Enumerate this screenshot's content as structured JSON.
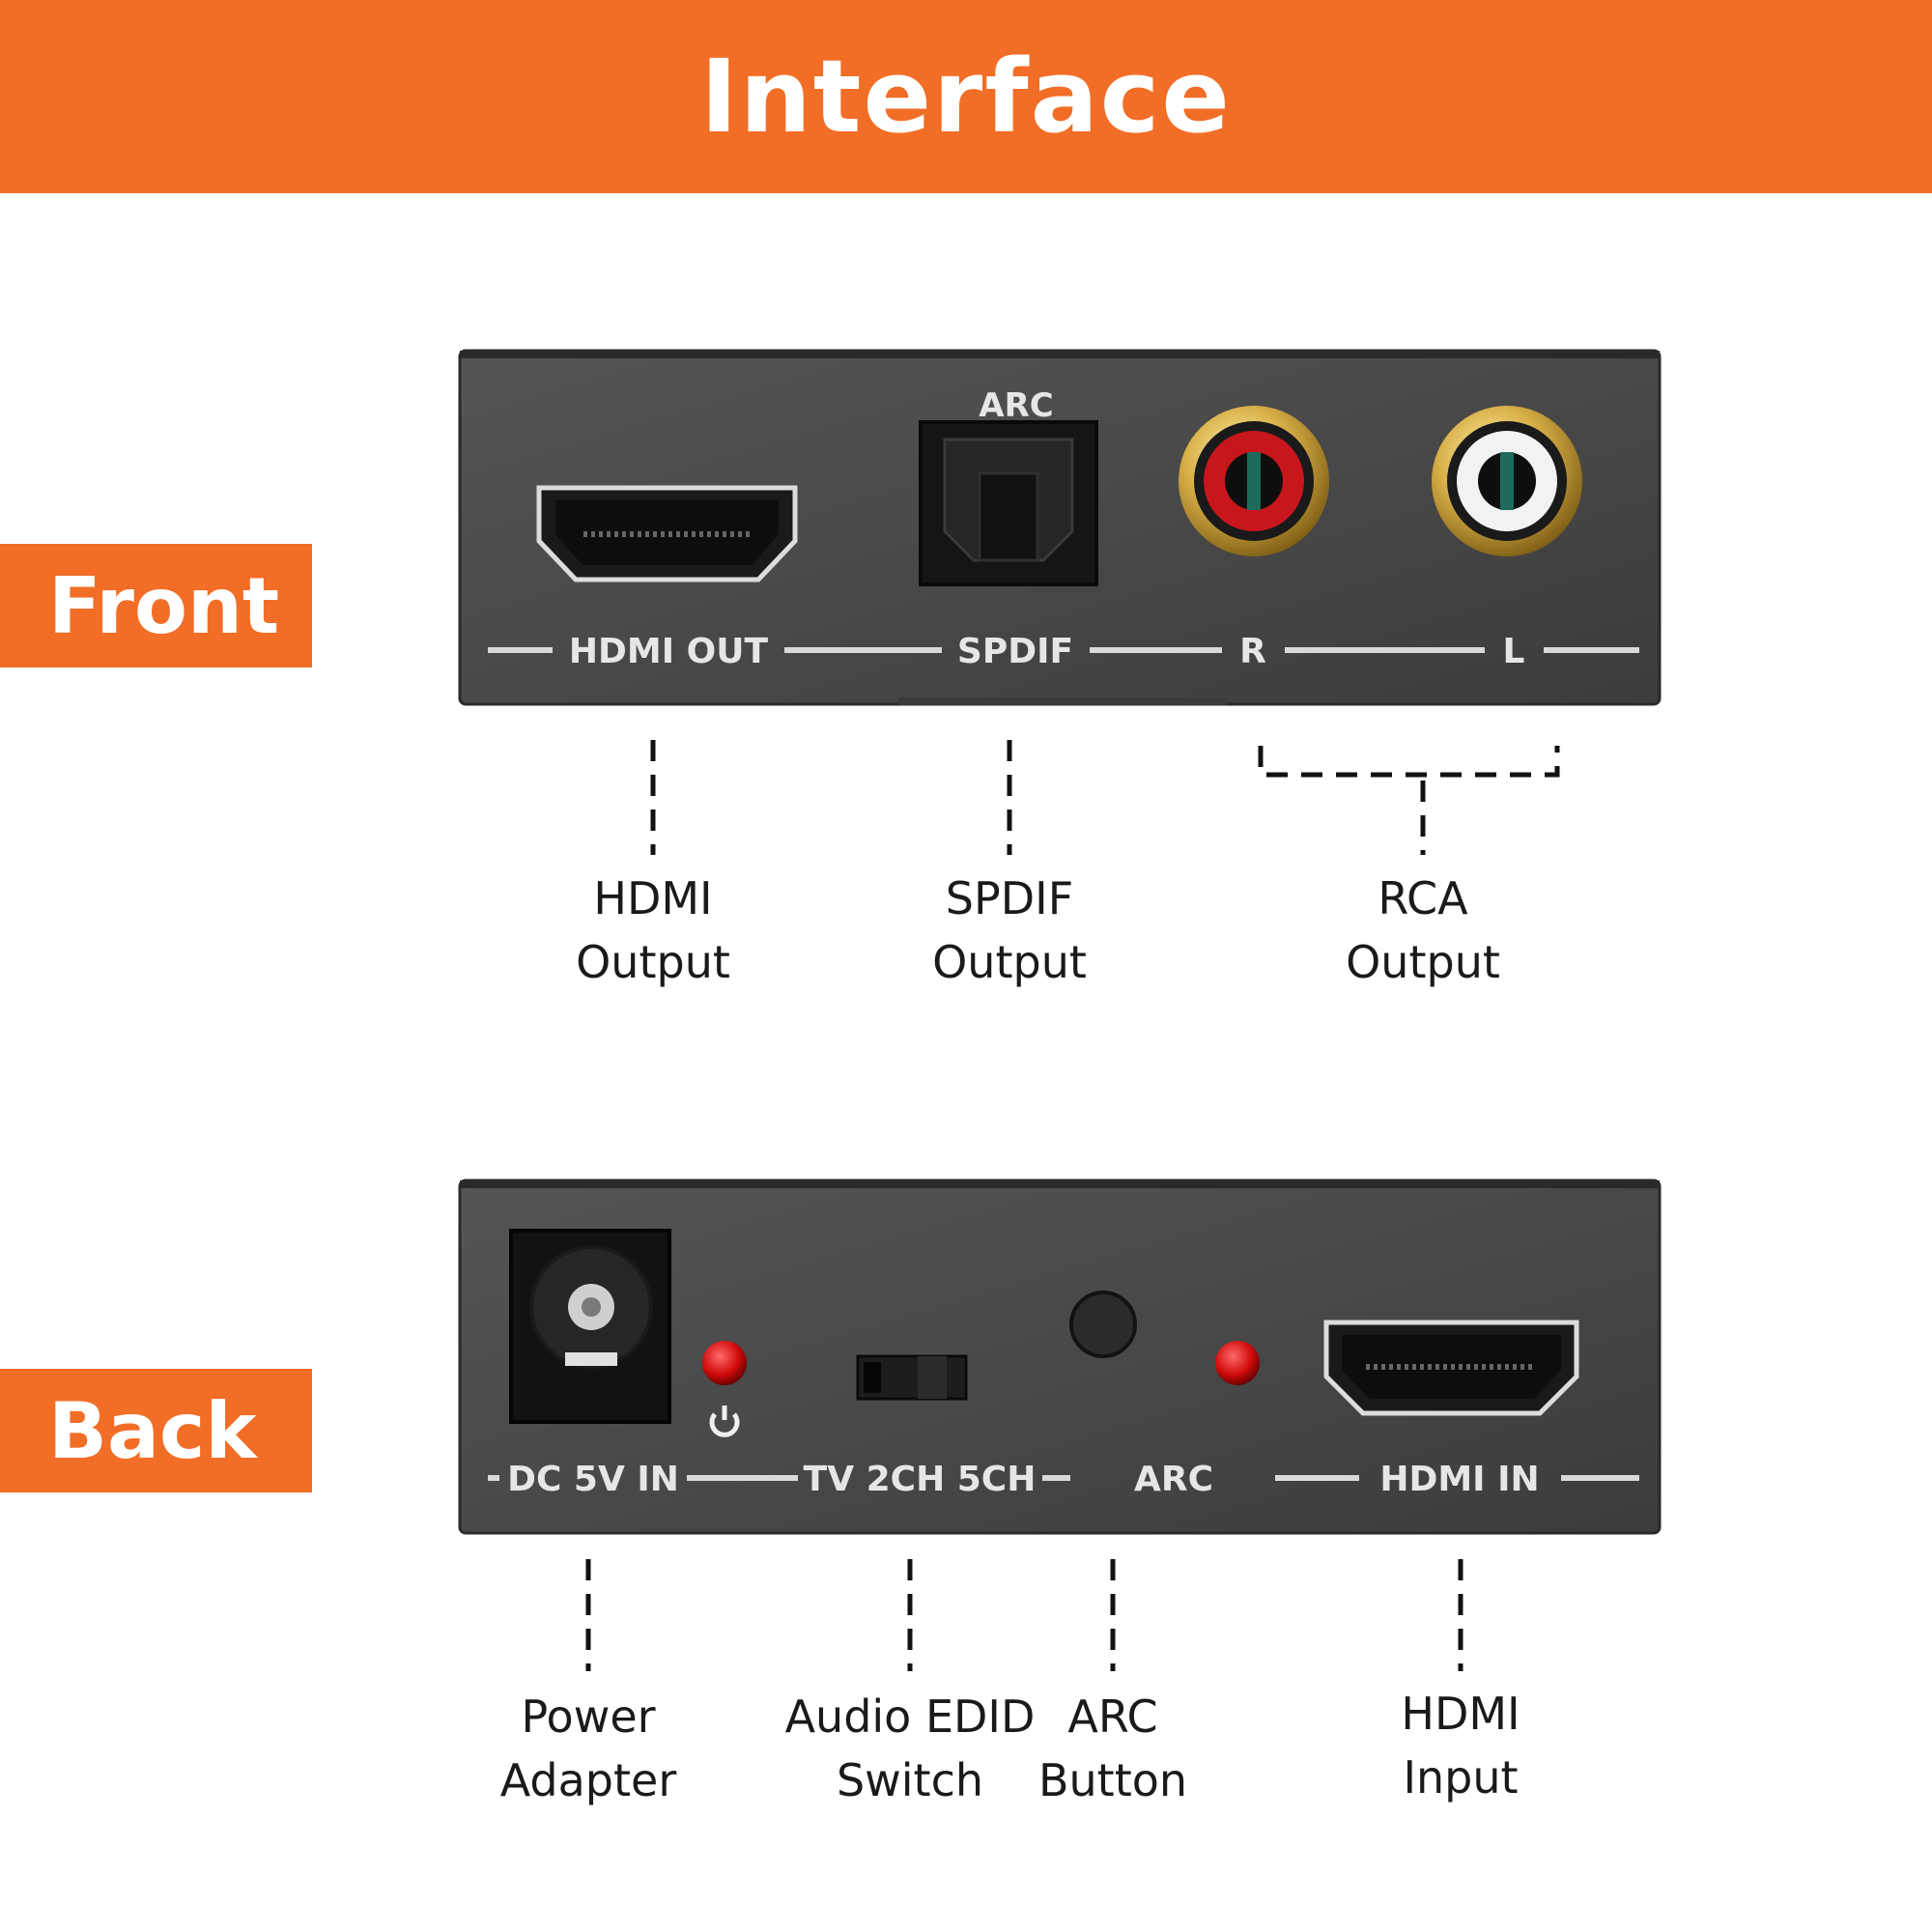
{
  "header": {
    "title": "Interface"
  },
  "sections": {
    "front": {
      "tag": "Front",
      "panel_labels": {
        "hdmi_out": "HDMI OUT",
        "spdif": "SPDIF",
        "arc": "ARC",
        "r": "R",
        "l": "L"
      },
      "callouts": [
        {
          "line1": "HDMI",
          "line2": "Output"
        },
        {
          "line1": "SPDIF",
          "line2": "Output"
        },
        {
          "line1": "RCA",
          "line2": "Output"
        }
      ]
    },
    "back": {
      "tag": "Back",
      "panel_labels": {
        "dc_in": "DC 5V IN",
        "tv_switch": "TV 2CH 5CH",
        "arc": "ARC",
        "hdmi_in": "HDMI IN"
      },
      "callouts": [
        {
          "line1": "Power",
          "line2": "Adapter"
        },
        {
          "line1": "Audio EDID",
          "line2": "Switch"
        },
        {
          "line1": "ARC",
          "line2": "Button"
        },
        {
          "line1": "HDMI",
          "line2": "Input"
        }
      ]
    }
  },
  "colors": {
    "accent": "#F26D26",
    "panel": "#4a4a4a",
    "led": "#d10a0a",
    "rca_right": "#c8161d",
    "rca_left": "#f2f2f2"
  }
}
